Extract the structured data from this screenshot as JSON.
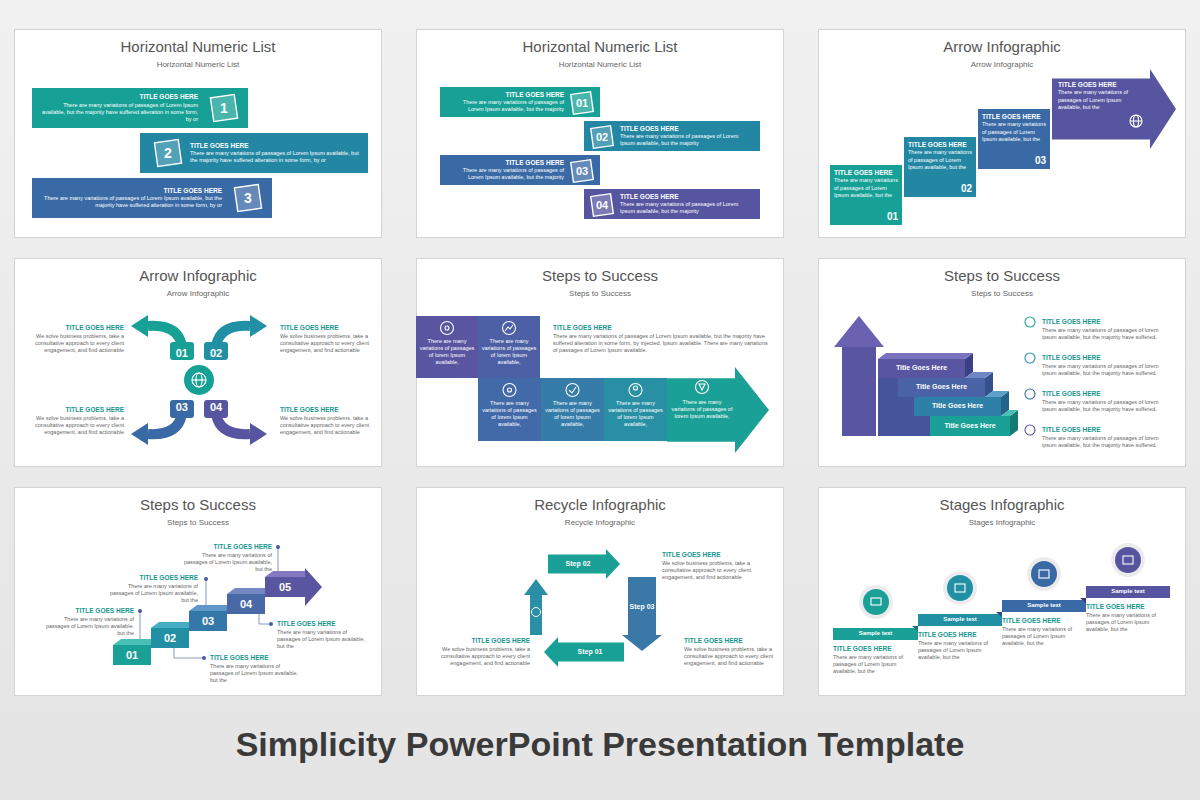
{
  "diagram": {
    "title": "Simplicity PowerPoint Presentation Template",
    "nodes": [
      {
        "text": [
          "Horizontal Numeric List",
          "Horizontal Numeric List"
        ]
      },
      {
        "text": [
          "TITLE GOES HERE",
          "There are many variations of passages of Lorem Ipsum available, but the majority have suffered alteration in some form, by or"
        ],
        "in": 0
      },
      {
        "text": [
          "1"
        ],
        "in": 1
      },
      {
        "text": [
          "TITLE GOES HERE",
          "There are many variations of passages of Lorem Ipsum available, but the majority have suffered alteration in some form, by or"
        ],
        "in": 0
      },
      {
        "text": [
          "2"
        ],
        "in": 3
      },
      {
        "text": [
          "TITLE GOES HERE",
          "There are many variations of passages of Lorem Ipsum available, but the majority have suffered alteration in some form, by or"
        ],
        "in": 0
      },
      {
        "text": [
          "3"
        ],
        "in": 5
      },
      {
        "text": [
          "Horizontal Numeric List",
          "Horizontal Numeric List"
        ]
      },
      {
        "text": [
          "TITLE GOES HERE",
          "There are many variations of passages of Lorem Ipsum available, but the majority"
        ],
        "in": 7
      },
      {
        "text": [
          "01"
        ],
        "in": 8
      },
      {
        "text": [
          "TITLE GOES HERE",
          "There are many variations of passages of Lorem Ipsum available, but the majority"
        ],
        "in": 7
      },
      {
        "text": [
          "02"
        ],
        "in": 10
      },
      {
        "text": [
          "TITLE GOES HERE",
          "There are many variations of passages of Lorem Ipsum available, but the majority"
        ],
        "in": 7
      },
      {
        "text": [
          "03"
        ],
        "in": 12
      },
      {
        "text": [
          "TITLE GOES HERE",
          "There are many variations of passages of Lorem Ipsum available, but the majority"
        ],
        "in": 7
      },
      {
        "text": [
          "04"
        ],
        "in": 14
      },
      {
        "text": [
          "Arrow Infographic",
          "Arrow Infographic"
        ]
      },
      {
        "text": [
          "TITLE GOES HERE",
          "There are many variations of passages of Lorem Ipsum available, but the",
          "01"
        ],
        "in": 16
      },
      {
        "text": [
          "TITLE GOES HERE",
          "There are many variations of passages of Lorem Ipsum available, but the",
          "02"
        ],
        "in": 16
      },
      {
        "text": [
          "TITLE GOES HERE",
          "There are many variations of passages of Lorem Ipsum available, but the",
          "03"
        ],
        "in": 16
      },
      {
        "text": [
          "TITLE GOES HERE",
          "There are many variations of passages of Lorem Ipsum available, but the"
        ],
        "in": 16
      },
      {
        "text": [
          "Arrow Infographic",
          "Arrow Infographic"
        ]
      },
      {
        "text": [
          "01"
        ],
        "in": 21
      },
      {
        "text": [
          "02"
        ],
        "in": 21
      },
      {
        "text": [
          "03"
        ],
        "in": 21
      },
      {
        "text": [
          "04"
        ],
        "in": 21
      },
      {
        "text": [
          "Steps to Success",
          "Steps to Success"
        ]
      },
      {
        "text": [
          "There are many variations of passages of lorem Ipsum available,"
        ],
        "in": 26
      },
      {
        "text": [
          "There are many variations of passages of lorem Ipsum available,"
        ],
        "in": 26
      },
      {
        "text": [
          "There are many variations of passages of lorem Ipsum available,"
        ],
        "in": 26
      },
      {
        "text": [
          "There are many variations of passages of lorem Ipsum available,"
        ],
        "in": 26
      },
      {
        "text": [
          "There are many variations of passages of lorem Ipsum available,"
        ],
        "in": 26
      },
      {
        "text": [
          "There are many variations of passages of lorem Ipsum available,"
        ],
        "in": 26
      },
      {
        "text": [
          "Steps to Success",
          "Steps to Success"
        ]
      },
      {
        "text": [
          "Title Goes Here"
        ],
        "in": 33
      },
      {
        "text": [
          "Title Goes Here"
        ],
        "in": 33
      },
      {
        "text": [
          "Title Goes Here"
        ],
        "in": 33
      },
      {
        "text": [
          "Title Goes Here"
        ],
        "in": 33
      },
      {
        "text": [
          "Steps to Success",
          "Steps to Success"
        ]
      },
      {
        "text": [
          "01"
        ],
        "in": 38
      },
      {
        "text": [
          "02"
        ],
        "in": 38
      },
      {
        "text": [
          "03"
        ],
        "in": 38
      },
      {
        "text": [
          "04"
        ],
        "in": 38
      },
      {
        "text": [
          "05"
        ],
        "in": 38
      },
      {
        "text": [
          "Recycle Infographic",
          "Recycle Infographic"
        ]
      },
      {
        "text": [
          "Step 02"
        ],
        "in": 44
      },
      {
        "text": [
          "Step 03"
        ],
        "in": 44
      },
      {
        "text": [
          "Step 01"
        ],
        "in": 44
      },
      {
        "text": [
          "Stages Infographic",
          "Stages Infographic"
        ]
      },
      {
        "text": [
          "Sample text"
        ],
        "in": 48
      },
      {
        "text": [
          "Sample text"
        ],
        "in": 48
      },
      {
        "text": [
          "Sample text"
        ],
        "in": 48
      },
      {
        "text": [
          "Sample text"
        ],
        "in": 48
      }
    ],
    "labels": [
      "TITLE GOES HERE",
      "We solve business problems, take a consultative approach to every client engagement, and find actionable",
      "TITLE GOES HERE",
      "We solve business problems, take a consultative approach to every client engagement, and find actionable",
      "TITLE GOES HERE",
      "We solve business problems, take a consultative approach to every client engagement, and find actionable",
      "TITLE GOES HERE",
      "We solve business problems, take a consultative approach to every client engagement, and find actionable",
      "TITLE GOES HERE",
      "There are many variations of passages of Lorem Ipsum available, but the majority have suffered alteration in some form, by injected. Ipsum available. There are many variations of passages of Lorem Ipsum available.",
      "TITLE GOES HERE",
      "There are many variations of passages of lorem ipsum available, but the majority have suffered.",
      "TITLE GOES HERE",
      "There are many variations of passages of lorem ipsum available, but the majority have suffered.",
      "TITLE GOES HERE",
      "There are many variations of passages of lorem ipsum available, but the majority have suffered.",
      "TITLE GOES HERE",
      "There are many variations of passages of lorem ipsum available, but the majority have suffered.",
      "TITLE GOES HERE",
      "There are many variations of passages of Lorem Ipsum available, but the",
      "TITLE GOES HERE",
      "There are many variations of passages of Lorem Ipsum available, but the",
      "TITLE GOES HERE",
      "There are many variations of passages of Lorem Ipsum available, but the",
      "TITLE GOES HERE",
      "There are many variations of passages of Lorem Ipsum available, but the",
      "TITLE GOES HERE",
      "There are many variations of passages of Lorem Ipsum available, but the",
      "TITLE GOES HERE",
      "We solve business problems, take a consultative approach to every client engagement, and find actionable",
      "TITLE GOES HERE",
      "We solve business problems, take a consultative approach to every client engagement, and find actionable",
      "TITLE GOES HERE",
      "We solve business problems, take a consultative approach to every client engagement, and find actionable",
      "TITLE GOES HERE",
      "There are many variations of passages of Lorem Ipsum available, but the",
      "TITLE GOES HERE",
      "There are many variations of passages of Lorem Ipsum available, but the",
      "TITLE GOES HERE",
      "There are many variations of passages of Lorem Ipsum available, but the",
      "TITLE GOES HERE",
      "There are many variations of passages of Lorem Ipsum available, but the"
    ]
  }
}
